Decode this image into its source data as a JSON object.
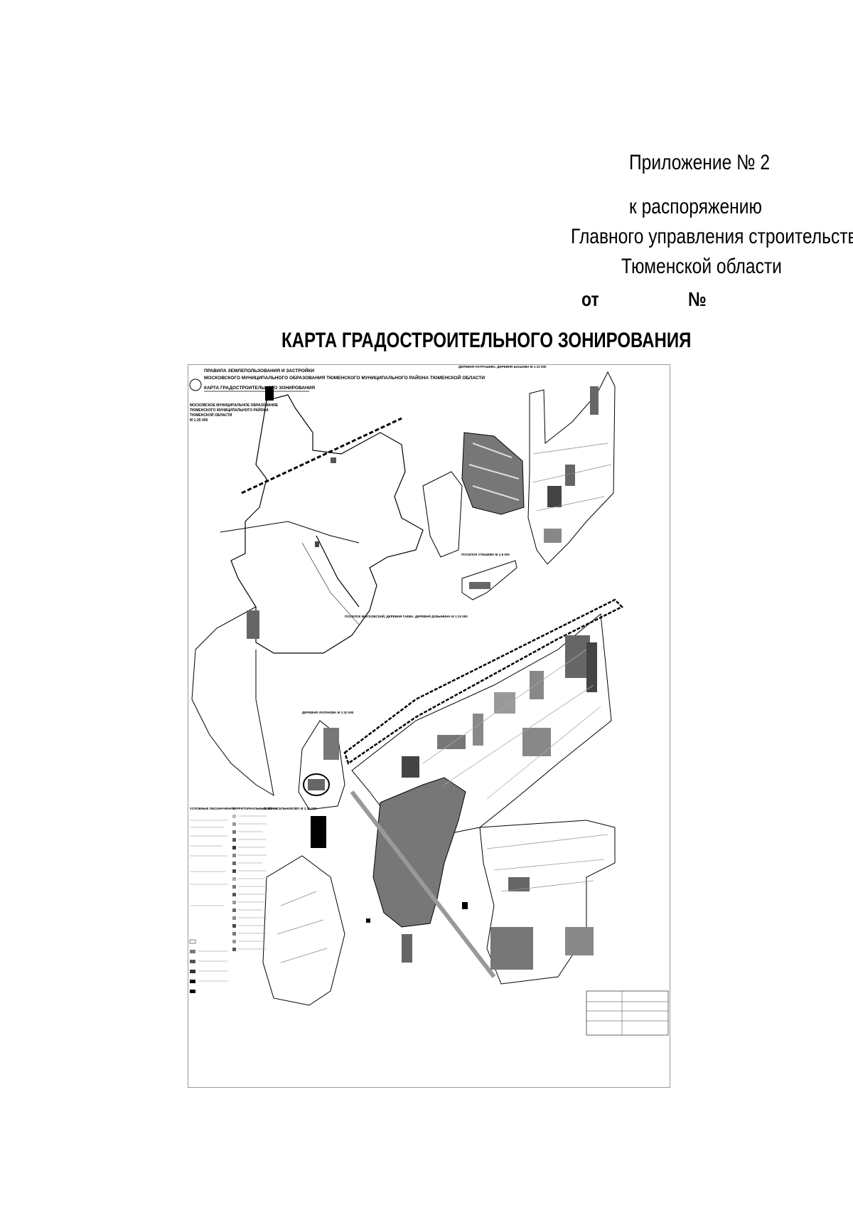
{
  "header": {
    "appendix": "Приложение № 2",
    "to_order": "к распоряжению",
    "authority": "Главного управления строительства",
    "region": "Тюменской области",
    "date_prefix": "от",
    "number_prefix": "№"
  },
  "title": "КАРТА ГРАДОСТРОИТЕЛЬНОГО ЗОНИРОВАНИЯ",
  "map": {
    "heading_line1": "ПРАВИЛА ЗЕМЛЕПОЛЬЗОВАНИЯ И ЗАСТРОЙКИ",
    "heading_line2": "МОСКОВСКОГО МУНИЦИПАЛЬНОГО ОБРАЗОВАНИЯ ТЮМЕНСКОГО МУНИЦИПАЛЬНОГО РАЙОНА ТЮМЕНСКОЙ ОБЛАСТИ",
    "heading_line3": "КАРТА ГРАДОСТРОИТЕЛЬНОГО ЗОНИРОВАНИЯ",
    "left_caption_1": "МОСКОВСКОЕ МУНИЦИПАЛЬНОЕ ОБРАЗОВАНИЕ",
    "left_caption_2": "ТЮМЕНСКОГО МУНИЦИПАЛЬНОГО РАЙОНА",
    "left_caption_3": "ТЮМЕНСКОЙ ОБЛАСТИ",
    "left_caption_4": "М 1:25 000",
    "inset_top_right": "ДЕРЕВНЯ ПАТРУШЕВА, ДЕРЕВНЯ ШАШОВА М 1:10 000",
    "inset_mid": "ПОСЕЛОК УТЕШЕВО М 1:5 000",
    "inset_big": "ПОСЕЛОК МОСКОВСКИЙ, ДЕРЕВНЯ ГАЕВА, ДЕРЕВНЯ ДУБЫНИНА М 1:10 000",
    "inset_village": "ДЕРЕВНЯ УКЛОНОВА М 1:10 000",
    "inset_settlement": "СЕЛО ГУСЕЛЬНИКОВО М 1:10 000",
    "legend_title": "УСЛОВНЫЕ ОБОЗНАЧЕНИЯ",
    "legend_zones_title": "ТЕРРИТОРИАЛЬНЫЕ ЗОНЫ"
  }
}
